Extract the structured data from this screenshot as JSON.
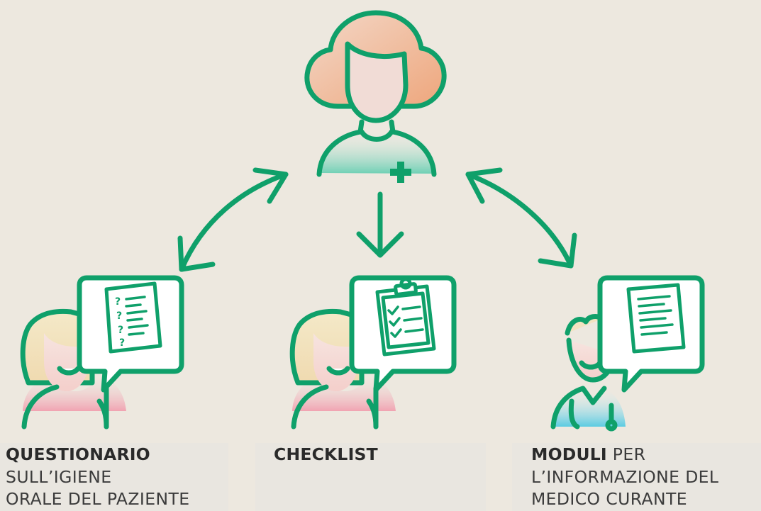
{
  "nodes": {
    "left": {
      "title": "QUESTIONARIO",
      "line2": "SULL’IGIENE",
      "line3": "ORALE DEL PAZIENTE",
      "doc_icon": "questionnaire-document-icon"
    },
    "center": {
      "title": "CHECKLIST",
      "doc_icon": "clipboard-checklist-icon"
    },
    "right": {
      "title": "MODULI",
      "title_rest": " PER",
      "line2": "L’INFORMAZIONE DEL",
      "line3": "MEDICO CURANTE",
      "doc_icon": "text-document-icon"
    }
  },
  "icons": {
    "top": "nurse-avatar-icon",
    "left": "patient-woman-icon",
    "center": "patient-woman-icon",
    "right": "doctor-man-icon"
  },
  "colors": {
    "accent": "#0FA06A",
    "background": "#EDE8DF",
    "label_panel": "#E9E6E0",
    "text": "#2A2A2A"
  }
}
